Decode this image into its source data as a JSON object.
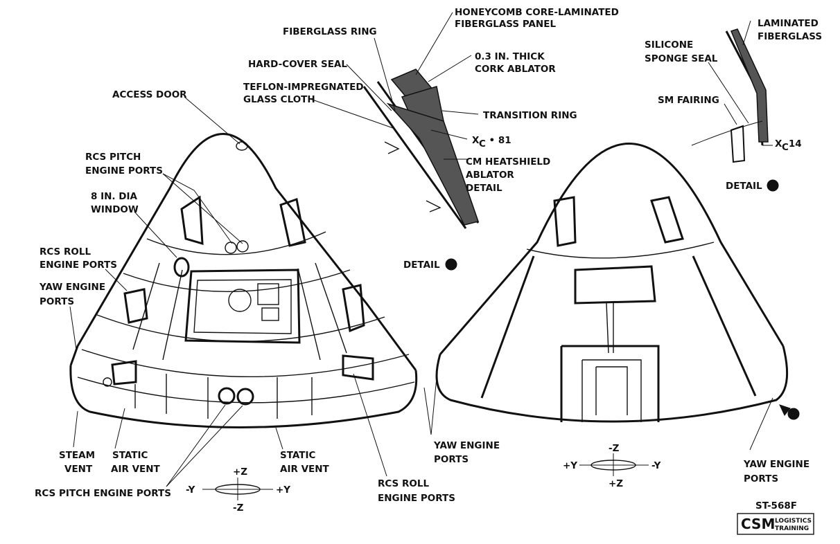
{
  "labels": {
    "honeycomb_1": "HONEYCOMB CORE-LAMINATED",
    "honeycomb_2": "FIBERGLASS PANEL",
    "fiberglass_ring": "FIBERGLASS RING",
    "hard_cover_seal": "HARD-COVER SEAL",
    "cork_1": "0.3 IN. THICK",
    "cork_2": "CORK ABLATOR",
    "teflon_1": "TEFLON-IMPREGNATED",
    "teflon_2": "GLASS CLOTH",
    "transition_ring": "TRANSITION RING",
    "xc81_main": "X",
    "xc81_sub": "C",
    "xc81_val": " • 81",
    "cm_heatshield_1": "CM HEATSHIELD",
    "cm_heatshield_2": "ABLATOR",
    "cm_heatshield_3": "DETAIL",
    "access_door": "ACCESS DOOR",
    "rcs_pitch_upper_1": "RCS PITCH",
    "rcs_pitch_upper_2": "ENGINE PORTS",
    "window_1": "8 IN. DIA",
    "window_2": "WINDOW",
    "rcs_roll_left_1": "RCS ROLL",
    "rcs_roll_left_2": "ENGINE PORTS",
    "yaw_left_1": "YAW ENGINE",
    "yaw_left_2": "PORTS",
    "detail_a": "DETAIL",
    "steam_1": "STEAM",
    "steam_2": "VENT",
    "static_left_1": "STATIC",
    "static_left_2": "AIR VENT",
    "static_right_1": "STATIC",
    "static_right_2": "AIR VENT",
    "rcs_pitch_lower": "RCS PITCH ENGINE PORTS",
    "rcs_roll_lower_1": "RCS ROLL",
    "rcs_roll_lower_2": "ENGINE PORTS",
    "yaw_mid_1": "YAW ENGINE",
    "yaw_mid_2": "PORTS",
    "laminated_1": "LAMINATED",
    "laminated_2": "FIBERGLASS",
    "silicone_1": "SILICONE",
    "silicone_2": "SPONGE SEAL",
    "sm_fairing": "SM FAIRING",
    "xc14_main": "X",
    "xc14_sub": "C",
    "xc14_val": "14",
    "detail_b": "DETAIL",
    "yaw_right_1": "YAW ENGINE",
    "yaw_right_2": "PORTS",
    "axes_left_top": "+Z",
    "axes_left_bottom": "-Z",
    "axes_left_left": "-Y",
    "axes_left_right": "+Y",
    "axes_right_top": "-Z",
    "axes_right_bottom": "+Z",
    "axes_right_left": "+Y",
    "axes_right_right": "-Y",
    "doc_number": "ST-568F",
    "logo_big": "CSM",
    "logo_small_1": "LOGISTICS",
    "logo_small_2": "TRAINING"
  }
}
